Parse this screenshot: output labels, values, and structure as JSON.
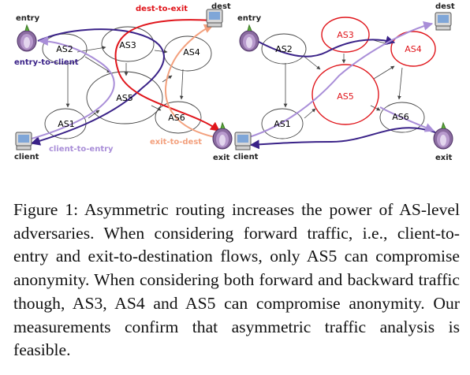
{
  "figure": {
    "left_panel": {
      "nodes": {
        "entry": "entry",
        "dest": "dest",
        "client": "client",
        "exit": "exit"
      },
      "as_labels": [
        "AS2",
        "AS3",
        "AS4",
        "AS5",
        "AS1",
        "AS6"
      ],
      "flow_labels": {
        "dest_to_exit": "dest-to-exit",
        "entry_to_client": "entry-to-client",
        "client_to_entry": "client-to-entry",
        "exit_to_dest": "exit-to-dest"
      }
    },
    "right_panel": {
      "nodes": {
        "entry": "entry",
        "dest": "dest",
        "client": "client",
        "exit": "exit"
      },
      "as_labels": [
        "AS2",
        "AS3",
        "AS4",
        "AS5",
        "AS1",
        "AS6"
      ]
    },
    "colors": {
      "dark_purple": "#3a2288",
      "light_purple": "#a98ed8",
      "red": "#e0161c",
      "salmon": "#f3a07d",
      "gray": "#444444"
    }
  },
  "caption": "Figure 1: Asymmetric routing increases the power of AS-level adversaries. When considering forward traffic, i.e., client-to-entry and exit-to-destination flows, only AS5 can compromise anonymity. When considering both forward and backward traffic though, AS3, AS4 and AS5 can compromise anonymity. Our measurements confirm that asymmetric traffic analysis is feasible."
}
